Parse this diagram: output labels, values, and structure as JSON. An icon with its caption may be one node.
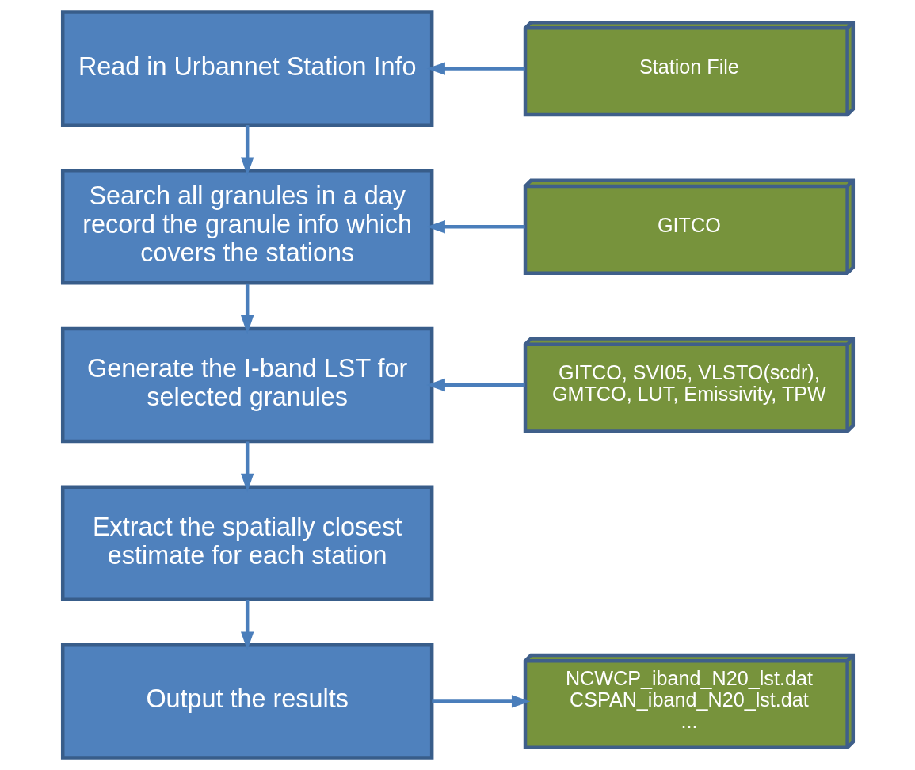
{
  "diagram": {
    "nodes": [
      {
        "text": [
          "Read in Urbannet Station Info"
        ]
      },
      {
        "text": [
          "Search all granules in a day record the granule info which covers the stations"
        ]
      },
      {
        "text": [
          "Generate the I-band LST for selected granules"
        ]
      },
      {
        "text": [
          "Extract the spatially closest estimate for each station"
        ]
      },
      {
        "text": [
          "Output the results"
        ]
      },
      {
        "text": [
          "Station File"
        ]
      },
      {
        "text": [
          "GITCO"
        ]
      },
      {
        "text": [
          "GITCO, SVI05, VLSTO(scdr), GMTCO, LUT, Emissivity, TPW"
        ]
      },
      {
        "text": [
          "NCWCP_iband_N20_lst.dat",
          "CSPAN_iband_N20_lst.dat",
          "..."
        ]
      }
    ],
    "edges": [
      {
        "from": 5,
        "to": 0,
        "arrow": "to"
      },
      {
        "from": 0,
        "to": 1,
        "arrow": "to"
      },
      {
        "from": 6,
        "to": 1,
        "arrow": "to"
      },
      {
        "from": 1,
        "to": 2,
        "arrow": "to"
      },
      {
        "from": 7,
        "to": 2,
        "arrow": "to"
      },
      {
        "from": 2,
        "to": 3,
        "arrow": "to"
      },
      {
        "from": 3,
        "to": 4,
        "arrow": "to"
      },
      {
        "from": 4,
        "to": 8,
        "arrow": "to"
      }
    ]
  }
}
